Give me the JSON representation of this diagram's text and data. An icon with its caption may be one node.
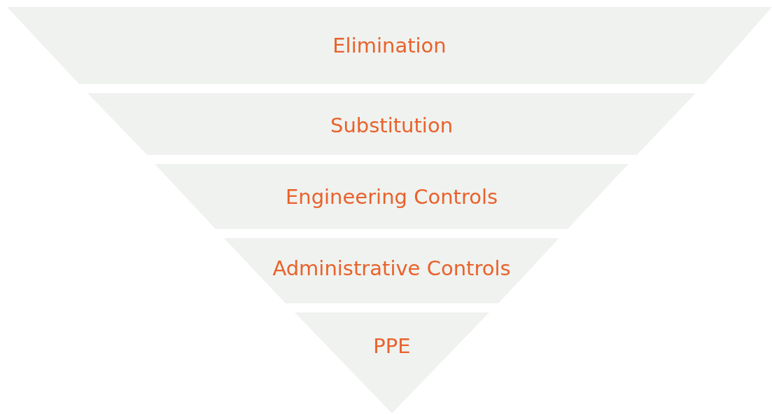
{
  "diagram": {
    "nodes": [
      {
        "text": [
          "Elimination"
        ]
      },
      {
        "text": [
          "Substitution"
        ]
      },
      {
        "text": [
          "Engineering Controls"
        ]
      },
      {
        "text": [
          "Administrative Controls"
        ]
      },
      {
        "text": [
          "PPE"
        ]
      }
    ]
  }
}
